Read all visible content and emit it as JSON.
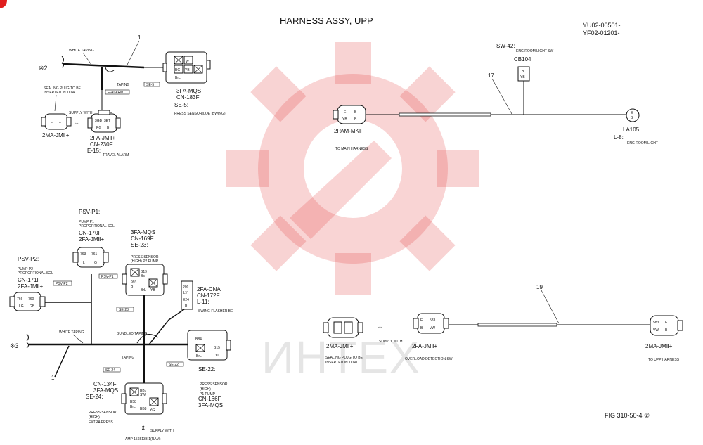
{
  "header": {
    "title": "HARNESS ASSY, UPP",
    "serial_1": "YU02-00501-",
    "serial_2": "YF02-01201-",
    "figure": "FIG 310-50-4 ②"
  },
  "watermark": {
    "text": "ИНТЕХ",
    "color": "#e23a3a"
  },
  "top_left": {
    "marker": "※2",
    "white_taping": "WHITE TAPING",
    "part_no": "1",
    "taping": "TAPING",
    "tag_upper": "SE-5",
    "tag_lower": "E-ALARM",
    "sealing_plug": "SEALING PLUG TO BE",
    "inserted": "INSERTED IN TO ALL",
    "supply_with": "SUPPLY WITH",
    "plug_name": "2MA-JMⅡ+",
    "conn_b": {
      "name": "2FA-JMⅡ+",
      "cn": "CN-230F",
      "code": "E-15:",
      "desc": "TRAVEL ALARM",
      "pins": [
        "3GB",
        "3ET",
        "PG",
        "B"
      ]
    },
    "conn_a": {
      "name": "3FA-MQS",
      "cn": "CN-183F",
      "code": "SE-5:",
      "desc": "PRESS SENSOR(LOE IBWING)",
      "pins": [
        "W",
        "BG",
        "YB",
        "BrL"
      ]
    }
  },
  "top_right": {
    "part_no": "17",
    "sw": "SW-42:",
    "sw_desc": "ENG ROOM LIGHT SW",
    "cb": "CB104",
    "cb_pins": [
      "B",
      "YB"
    ],
    "main_conn": "2PAM-MKⅡ",
    "main_pins": [
      "E",
      "B",
      "YB",
      "B"
    ],
    "to_main": "TO MAIN HARNESS",
    "lamp": "LA105",
    "lamp_code": "L-8:",
    "lamp_desc": "ENG ROOM LIGHT",
    "lamp_pins": [
      "E",
      "B"
    ]
  },
  "bottom_right": {
    "part_no": "19",
    "plug_name": "2MA-JMⅡ+",
    "sealing_plug": "SEALING PLUG TO BE",
    "inserted": "INSERTED IN TO ALL",
    "supply_with": "SUPPLY WITH",
    "conn_mid": "2FA-JMⅡ+",
    "mid_pins": [
      "E",
      "583",
      "B",
      "VW"
    ],
    "mid_desc": "OVERLOAD DETECTION SW",
    "conn_right": "2MA-JMⅡ+",
    "right_pins": [
      "583",
      "E",
      "VW",
      "B"
    ],
    "to_upp": "TO UPP HARNESS"
  },
  "bottom_left": {
    "marker": "※3",
    "white_taping": "WHITE TAPING",
    "bundled_taping": "BUNDLED TAPING",
    "taping": "TAPING",
    "part_no": "1",
    "psv_p1": {
      "label": "PSV-P1:",
      "desc_1": "PUMP P1",
      "desc_2": "PROPORTIONAL SOL",
      "cn": "CN-170F",
      "name": "2FA-JMⅡ+",
      "tag": "PSV-P1",
      "pins": [
        "763",
        "761",
        "L",
        "G"
      ]
    },
    "psv_p2": {
      "label": "PSV-P2:",
      "desc_1": "PUMP P2",
      "desc_2": "PROPORTIONAL SOL",
      "cn": "CN-171F",
      "name": "2FA-JMⅡ+",
      "tag": "PSV-P2",
      "pins": [
        "766",
        "760",
        "LG",
        "GB"
      ]
    },
    "se23": {
      "name": "3FA-MQS",
      "cn": "CN-169F",
      "code": "SE-23:",
      "desc_1": "PRESS SENSOR",
      "desc_2": "(HIGH) P2 PUMP",
      "tag": "SE-23",
      "pins": [
        "B19",
        "Bs",
        "993",
        "B",
        "BrL",
        "YB"
      ]
    },
    "swing": {
      "name": "2FA-CNA",
      "cn": "CN-172F",
      "code": "L-11:",
      "desc": "SWING FLASHER BE",
      "pins": [
        "209",
        "LY",
        "E24",
        "B"
      ]
    },
    "se22": {
      "code": "SE-22:",
      "desc_1": "PRESS SENSOR",
      "desc_2": "(HIGH)",
      "desc_3": "P1 PUMP",
      "cn": "CN-166F",
      "name": "3FA-MQS",
      "tag": "SE-22",
      "pins": [
        "B84",
        "BrL",
        "B15",
        "YL"
      ]
    },
    "se24": {
      "cn": "CN-134F",
      "name": "3FA-MQS",
      "code": "SE-24:",
      "desc_1": "PRESS SENSOR",
      "desc_2": "(HIGH)",
      "desc_3": "EXTRA PRESS",
      "tag": "SE-24",
      "pins": [
        "BB7",
        "SW",
        "B58",
        "BrL",
        "BB8",
        "YG"
      ]
    },
    "supply_with": "SUPPLY WITH",
    "bottom_note": "AMP 1565133-1(RAM)"
  }
}
